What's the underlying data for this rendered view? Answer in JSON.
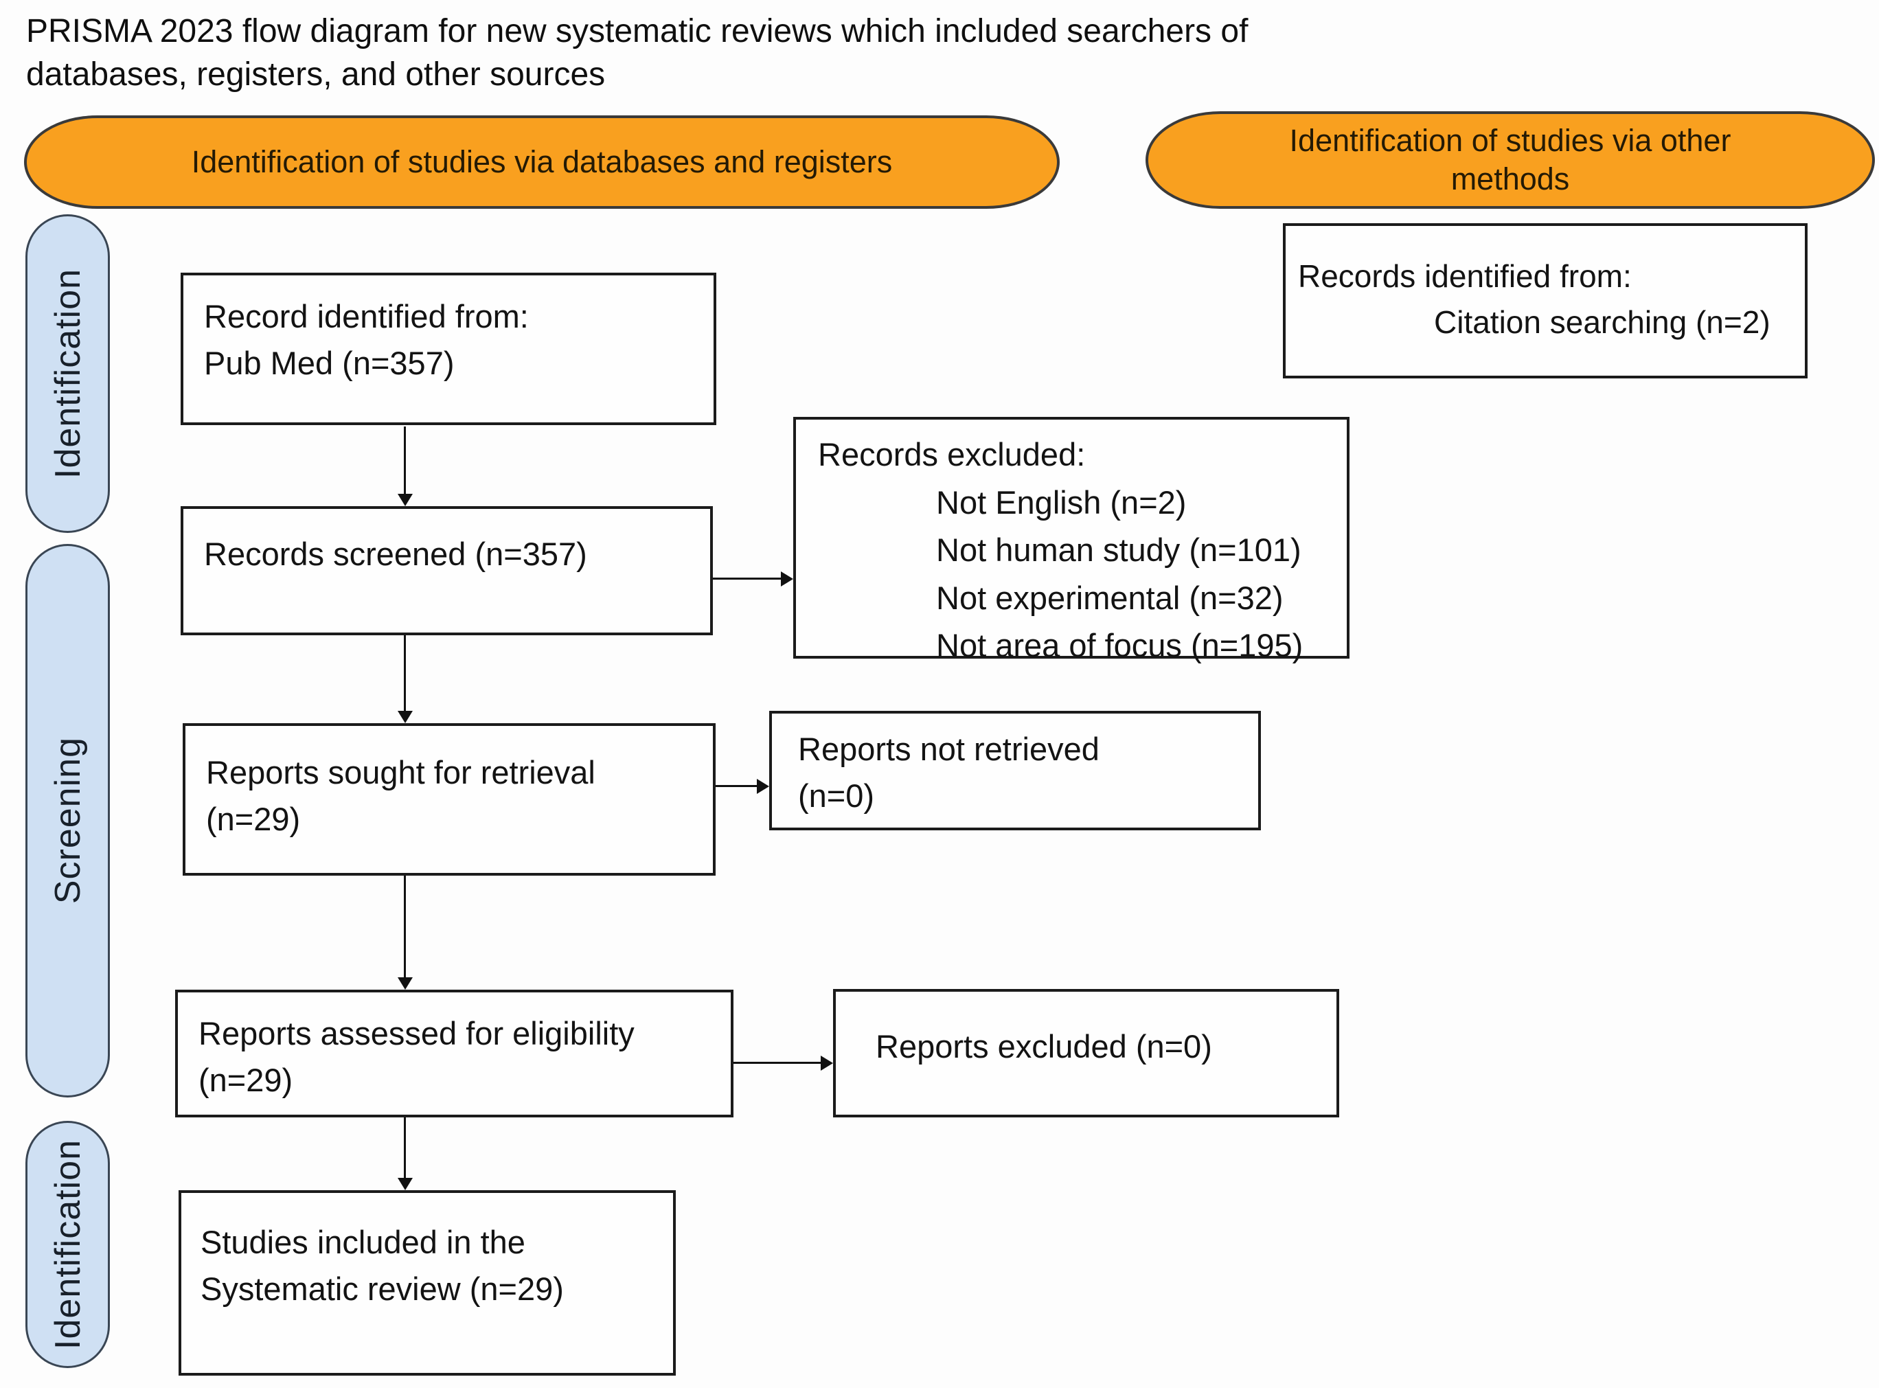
{
  "page_title": {
    "line1": "PRISMA 2023 flow diagram for new systematic reviews which included searchers of",
    "line2": "databases, registers, and other sources"
  },
  "headers": {
    "databases_registers": "Identification of studies via databases and registers",
    "other_methods": {
      "line1": "Identification of studies via other",
      "line2": "methods"
    }
  },
  "stages": {
    "identification_top": "Identification",
    "screening": "Screening",
    "identification_bottom": "Identification"
  },
  "boxes": {
    "record_identified": {
      "line1": "Record identified from:",
      "line2": "Pub Med (n=357)"
    },
    "records_identified_other": {
      "line1": "Records identified from:",
      "line2": "Citation searching (n=2)"
    },
    "records_screened": {
      "text": "Records screened (n=357)"
    },
    "records_excluded": {
      "heading": "Records excluded:",
      "items": [
        "Not English (n=2)",
        "Not human study (n=101)",
        "Not experimental (n=32)",
        "Not area of focus (n=195)"
      ]
    },
    "reports_sought": {
      "line1": "Reports sought for retrieval",
      "line2": "(n=29)"
    },
    "reports_not_retrieved": {
      "line1": "Reports not retrieved",
      "line2": "(n=0)"
    },
    "reports_assessed": {
      "line1": "Reports assessed for eligibility",
      "line2": "(n=29)"
    },
    "reports_excluded": {
      "text": "Reports excluded (n=0)"
    },
    "studies_included": {
      "line1": "Studies included in the",
      "line2": "Systematic review (n=29)"
    }
  },
  "colors": {
    "header_fill": "#F9A01F",
    "header_border": "#3A3A3A",
    "stage_fill": "#CFE0F3",
    "stage_border": "#3A4654",
    "box_border": "#1B1B1B",
    "arrow": "#111111",
    "text": "#131313",
    "background": "#FDFDFD"
  }
}
